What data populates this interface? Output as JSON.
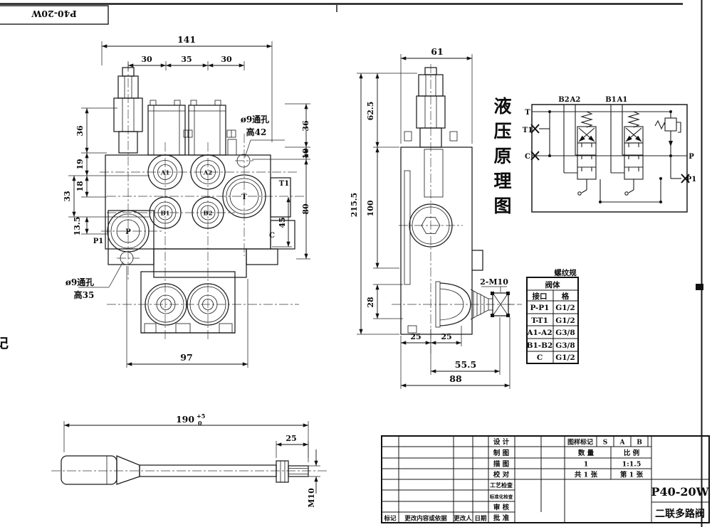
{
  "colors": {
    "ink": "#1a1a1a",
    "paper": "#ffffff"
  },
  "page": {
    "stamp": "P40-20W",
    "left_edge_partial": "记"
  },
  "front_view": {
    "dims": {
      "total_width": "141",
      "pitch_left": "30",
      "pitch_mid": "35",
      "pitch_right": "30",
      "left_36": "36",
      "left_19": "19",
      "left_18": "18",
      "left_33": "33",
      "left_13_5": "13.5",
      "right_36": "36",
      "right_10": "10",
      "right_80": "80",
      "right_45": "45",
      "bottom_97": "97"
    },
    "ports": {
      "a1": "A1",
      "a2": "A2",
      "b1": "B1",
      "b2": "B2",
      "t": "T",
      "p": "P",
      "t1": "T1",
      "p1": "P1",
      "c": "C"
    },
    "notes": {
      "hole_top_line1": "ø9通孔",
      "hole_top_line2": "高42",
      "hole_bottom_line1": "ø9通孔",
      "hole_bottom_line2": "高35"
    }
  },
  "side_view": {
    "dims": {
      "top_61": "61",
      "left_62_5": "62.5",
      "left_215_5": "215.5",
      "left_100": "100",
      "left_28": "28",
      "bottom_25a": "25",
      "bottom_25b": "25",
      "bottom_55_5": "55.5",
      "bottom_88": "88"
    },
    "note_thread": "2-M10"
  },
  "schematic": {
    "title_chars": [
      "液",
      "压",
      "原",
      "理",
      "图"
    ],
    "labels": {
      "t": "T",
      "t1": "T1",
      "c": "C",
      "p": "P",
      "p1": "P1",
      "b2": "B2",
      "a2": "A2",
      "b1": "B1",
      "a1": "A1"
    }
  },
  "thread_table": {
    "title": "螺纹规",
    "merged_row": "阀体",
    "col_port": "接口",
    "col_spec": "格",
    "rows": [
      {
        "port": "P-P1",
        "spec": "G1/2"
      },
      {
        "port": "T-T1",
        "spec": "G1/2"
      },
      {
        "port": "A1-A2",
        "spec": "G3/8"
      },
      {
        "port": "B1-B2",
        "spec": "G3/8"
      },
      {
        "port": "C",
        "spec": "G1/2"
      }
    ]
  },
  "handle_view": {
    "dims": {
      "length": "190",
      "tol_upper": "+5",
      "tol_lower": "0",
      "nut_25": "25"
    },
    "thread": "M10"
  },
  "title_block": {
    "approval_rows": [
      "设 计",
      "制 图",
      "描 图",
      "校 对",
      "工艺检查",
      "标准化检查",
      "审 核",
      "批 准"
    ],
    "stage_label": "图样标记",
    "stage_cells": [
      "S",
      "A",
      "B"
    ],
    "qty_label": "数 量",
    "scale_label": "比 例",
    "qty_value": "1",
    "scale_value": "1:1.5",
    "sheets_total": "共 1 张",
    "sheet_number": "第 1 张",
    "model": "P40-20W",
    "product_name": "二联多路阀",
    "revision_row": [
      "标记",
      "更改内容或依据",
      "更改人",
      "日期"
    ]
  }
}
